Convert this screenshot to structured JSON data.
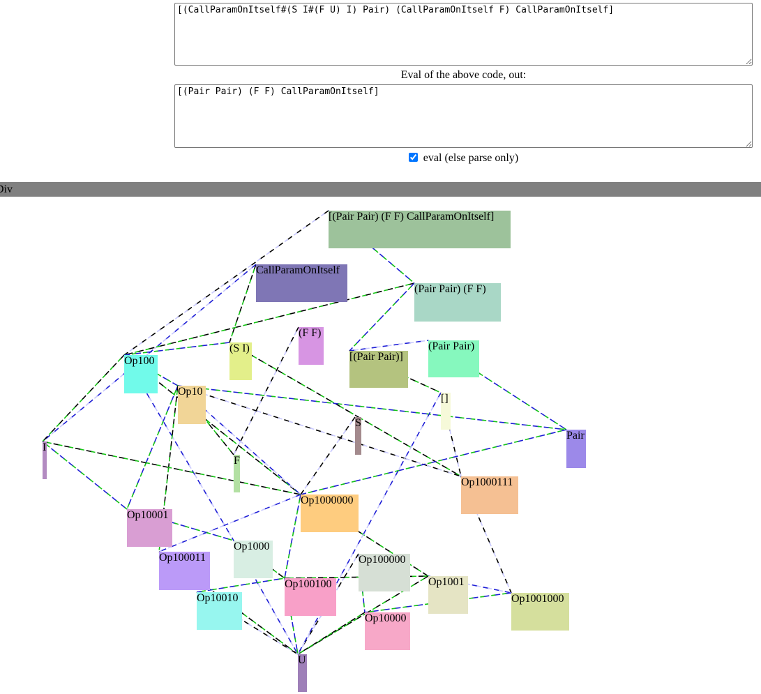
{
  "editor": {
    "input_code": "[(CallParamOnItself#(S I#(F U) I) Pair) (CallParamOnItself F) CallParamOnItself]",
    "output_label": "Eval of the above code, out:",
    "output_code": "[(Pair Pair) (F F) CallParamOnItself]",
    "eval_checked": true,
    "eval_label": "eval (else parse only)"
  },
  "panel": {
    "title": "nDiv"
  },
  "graph": {
    "nodes": [
      {
        "id": "root",
        "label": "[(Pair Pair) (F F) CallParamOnItself]",
        "color": "#9dc29b"
      },
      {
        "id": "cpoi",
        "label": "CallParamOnItself",
        "color": "#7f76b5"
      },
      {
        "id": "ppff",
        "label": "(Pair Pair) (F F)",
        "color": "#a9d7c6"
      },
      {
        "id": "ff",
        "label": "(F F)",
        "color": "#d795e3"
      },
      {
        "id": "si",
        "label": "(S I)",
        "color": "#e3ef8a"
      },
      {
        "id": "lpp",
        "label": "[(Pair Pair)]",
        "color": "#b4c37f"
      },
      {
        "id": "pp",
        "label": "(Pair Pair)",
        "color": "#86f8be"
      },
      {
        "id": "op100",
        "label": "Op100",
        "color": "#71faea"
      },
      {
        "id": "op10",
        "label": "Op10",
        "color": "#f1d597"
      },
      {
        "id": "empty",
        "label": "[]",
        "color": "#f6f9d9"
      },
      {
        "id": "S",
        "label": "S",
        "color": "#a38a8d"
      },
      {
        "id": "pair",
        "label": "Pair",
        "color": "#9c89e9"
      },
      {
        "id": "I",
        "label": "I",
        "color": "#b38bc1"
      },
      {
        "id": "F",
        "label": "F",
        "color": "#b3e0a3"
      },
      {
        "id": "op1000111",
        "label": "Op1000111",
        "color": "#f5c093"
      },
      {
        "id": "op1000000",
        "label": "Op1000000",
        "color": "#fecc7f"
      },
      {
        "id": "op10001",
        "label": "Op10001",
        "color": "#d99ed3"
      },
      {
        "id": "op1000",
        "label": "Op1000",
        "color": "#d8eee3"
      },
      {
        "id": "op100011",
        "label": "Op100011",
        "color": "#bb9af8"
      },
      {
        "id": "op100000",
        "label": "Op100000",
        "color": "#d6dfd5"
      },
      {
        "id": "op100100",
        "label": "Op100100",
        "color": "#f8a0c8"
      },
      {
        "id": "op1001",
        "label": "Op1001",
        "color": "#e5e4c4"
      },
      {
        "id": "op10010",
        "label": "Op10010",
        "color": "#97f6ef"
      },
      {
        "id": "op1001000",
        "label": "Op1001000",
        "color": "#d5df9d"
      },
      {
        "id": "op10000",
        "label": "Op10000",
        "color": "#f7a8c8"
      },
      {
        "id": "U",
        "label": "U",
        "color": "#9e7fb8"
      }
    ],
    "edges": [
      [
        "root",
        "op100"
      ],
      [
        "root",
        "ppff"
      ],
      [
        "cpoi",
        "si"
      ],
      [
        "cpoi",
        "I"
      ],
      [
        "ppff",
        "op100"
      ],
      [
        "ppff",
        "lpp"
      ],
      [
        "ff",
        "F"
      ],
      [
        "si",
        "op100"
      ],
      [
        "si",
        "op1000111"
      ],
      [
        "lpp",
        "pp"
      ],
      [
        "lpp",
        "empty"
      ],
      [
        "pp",
        "pair"
      ],
      [
        "empty",
        "op1000111"
      ],
      [
        "op100",
        "op10"
      ],
      [
        "op100",
        "I"
      ],
      [
        "op100",
        "op1000"
      ],
      [
        "op100",
        "op1000000"
      ],
      [
        "op10",
        "pair"
      ],
      [
        "op10",
        "op1000111"
      ],
      [
        "op10",
        "op10001"
      ],
      [
        "op10",
        "op100011"
      ],
      [
        "op10",
        "op1000000"
      ],
      [
        "I",
        "op1000000"
      ],
      [
        "I",
        "op10001"
      ],
      [
        "S",
        "op1000000"
      ],
      [
        "pair",
        "op1000000"
      ],
      [
        "F",
        "op10"
      ],
      [
        "op1000000",
        "op100011"
      ],
      [
        "op1000000",
        "op1001"
      ],
      [
        "op1000000",
        "op100100"
      ],
      [
        "op1000111",
        "op1001000"
      ],
      [
        "op10001",
        "op1000"
      ],
      [
        "op1000",
        "op100100"
      ],
      [
        "op1000",
        "U"
      ],
      [
        "op100011",
        "U"
      ],
      [
        "op100000",
        "op10000"
      ],
      [
        "op100000",
        "U"
      ],
      [
        "op100100",
        "U"
      ],
      [
        "op100100",
        "op1001"
      ],
      [
        "op1001",
        "op1001000"
      ],
      [
        "op1001",
        "U"
      ],
      [
        "op10010",
        "op100100"
      ],
      [
        "op10010",
        "U"
      ],
      [
        "op1001000",
        "op10000"
      ],
      [
        "op10000",
        "U"
      ],
      [
        "empty",
        "U"
      ]
    ]
  }
}
